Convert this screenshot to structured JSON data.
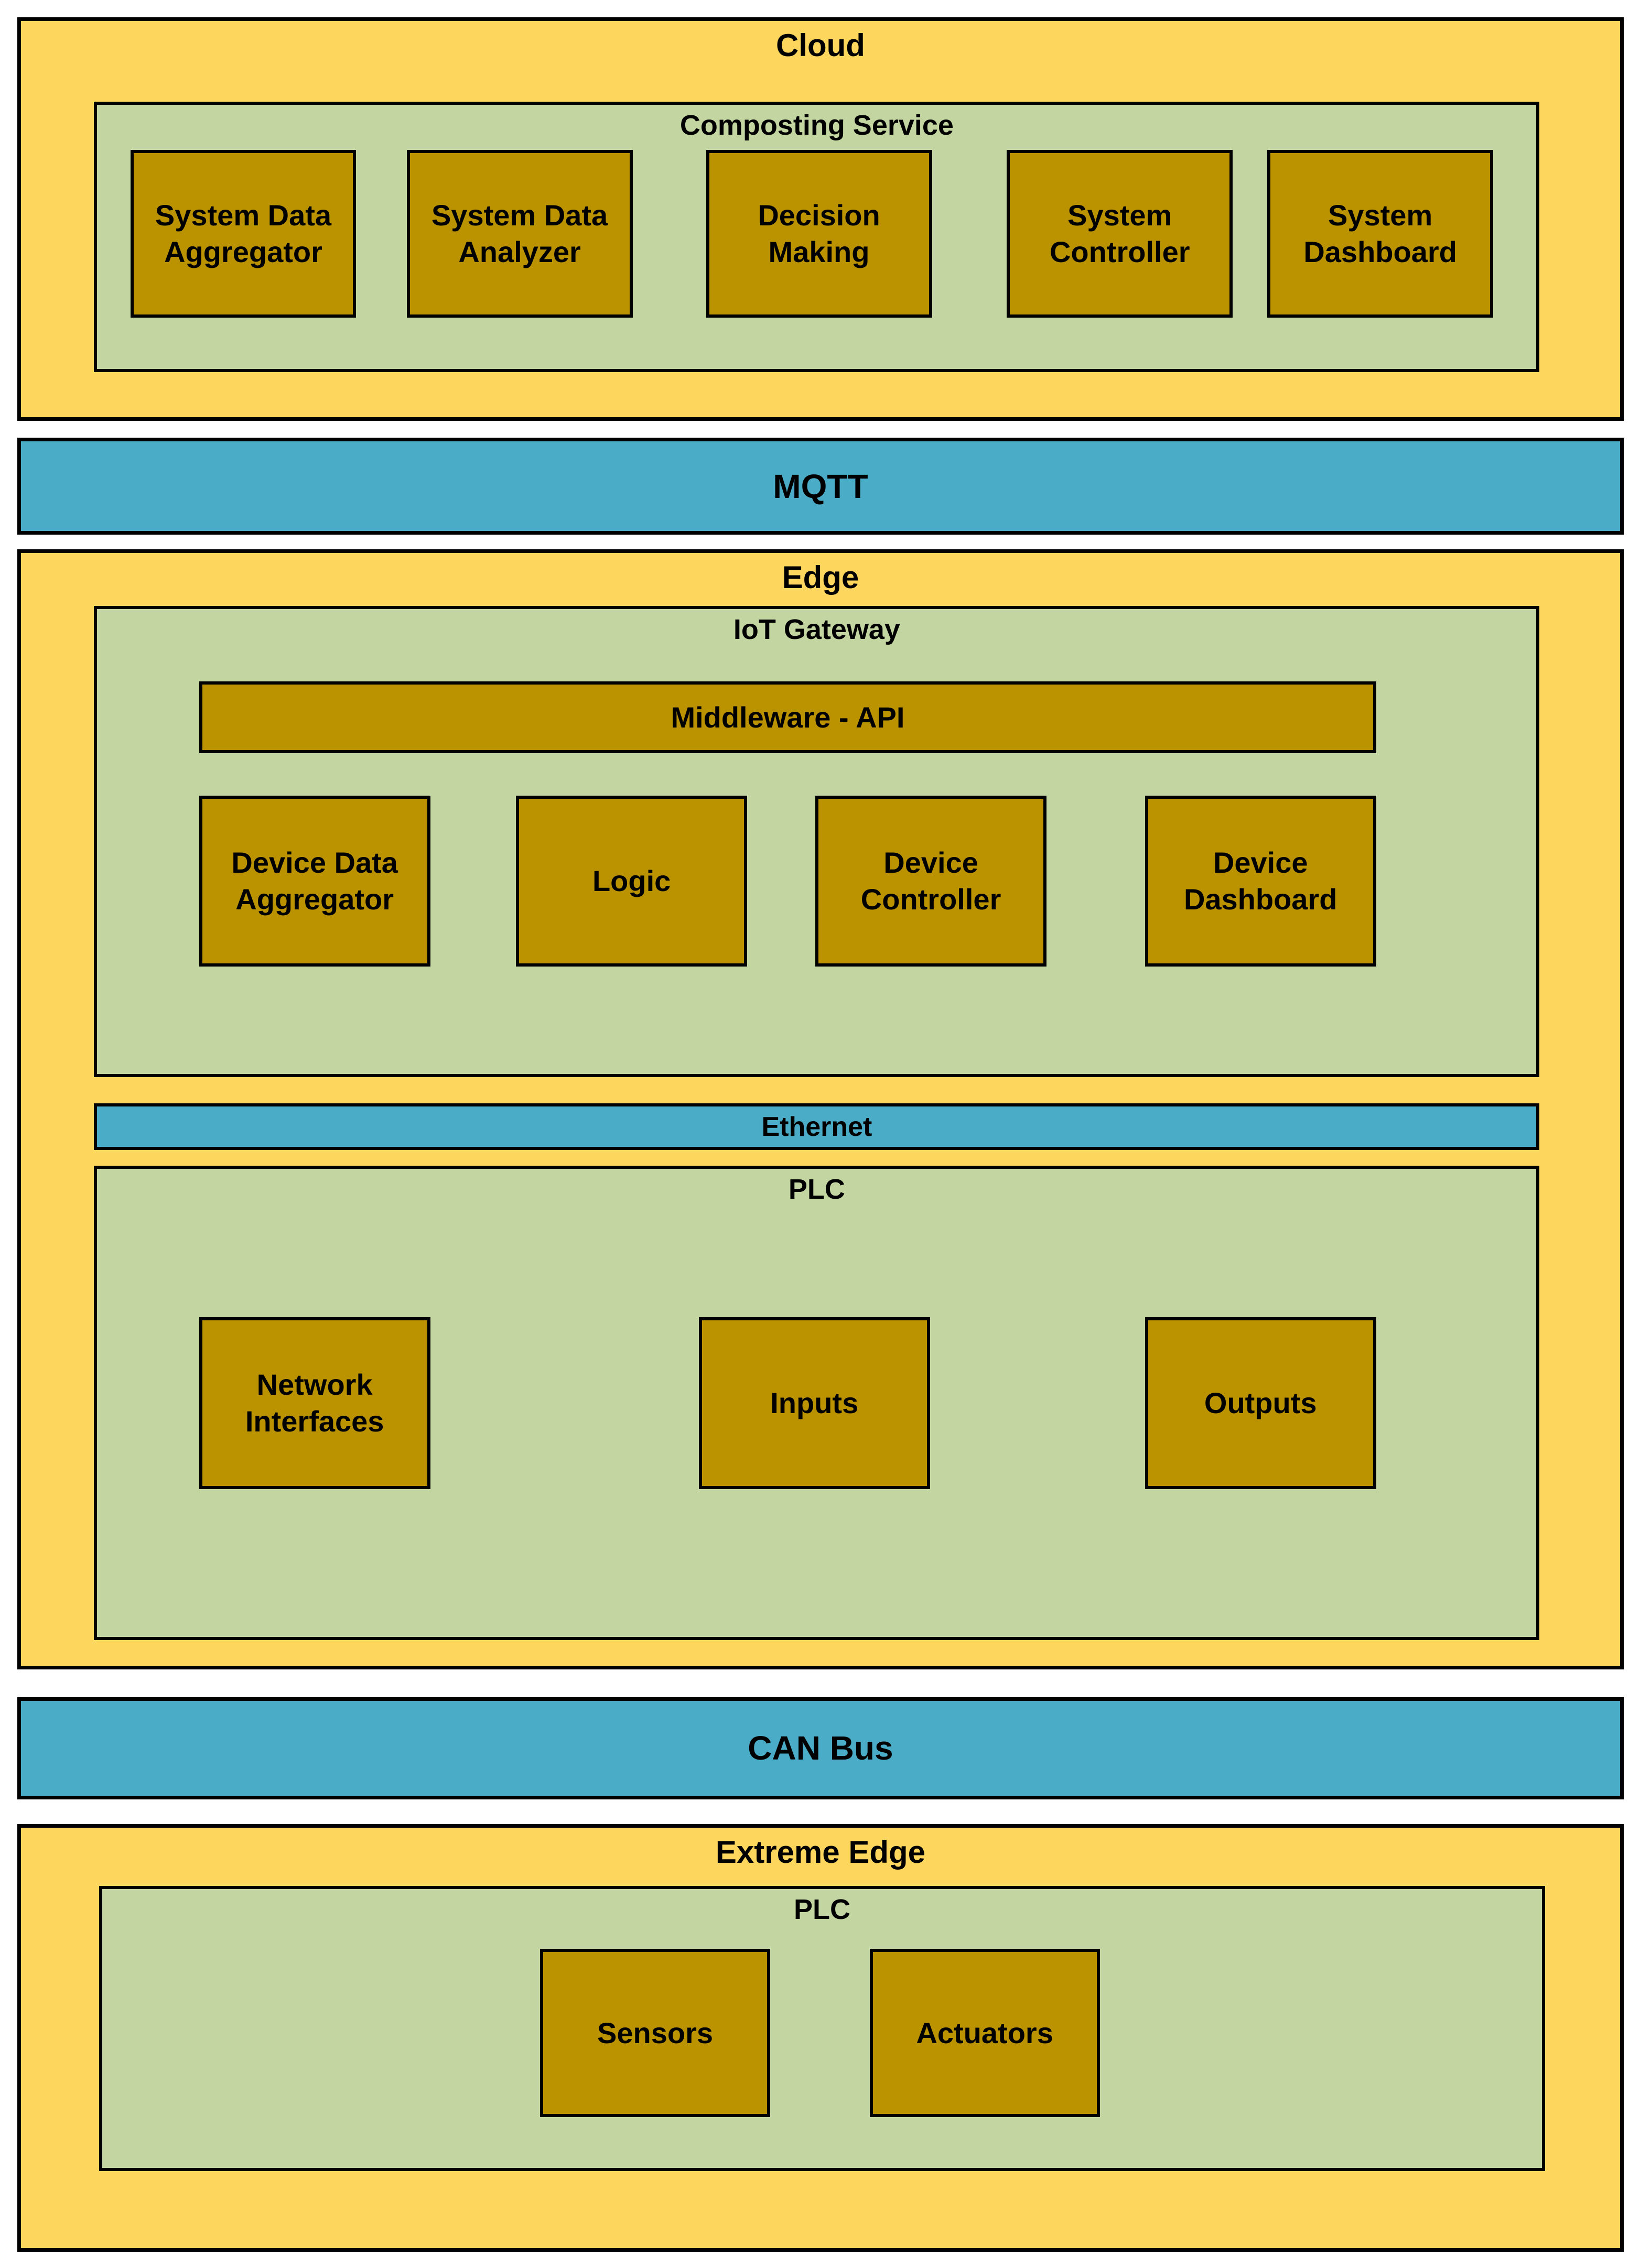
{
  "colors": {
    "layer_bg": "#FDD65E",
    "container_bg": "#C3D5A0",
    "module_bg": "#BB9300",
    "bus_bg": "#4AACC6",
    "border": "#000000",
    "text": "#000000"
  },
  "layers": {
    "cloud": {
      "title": "Cloud",
      "service": {
        "title": "Composting Service",
        "modules": [
          "System Data Aggregator",
          "System Data Analyzer",
          "Decision Making",
          "System Controller",
          "System Dashboard"
        ]
      }
    },
    "mqtt_bus": {
      "label": "MQTT"
    },
    "edge": {
      "title": "Edge",
      "iot_gateway": {
        "title": "IoT Gateway",
        "middleware_label": "Middleware - API",
        "modules": [
          "Device Data Aggregator",
          "Logic",
          "Device Controller",
          "Device Dashboard"
        ]
      },
      "ethernet_bus": {
        "label": "Ethernet"
      },
      "plc": {
        "title": "PLC",
        "modules": [
          "Network Interfaces",
          "Inputs",
          "Outputs"
        ]
      }
    },
    "can_bus": {
      "label": "CAN Bus"
    },
    "extreme_edge": {
      "title": "Extreme Edge",
      "plc": {
        "title": "PLC",
        "modules": [
          "Sensors",
          "Actuators"
        ]
      }
    }
  }
}
